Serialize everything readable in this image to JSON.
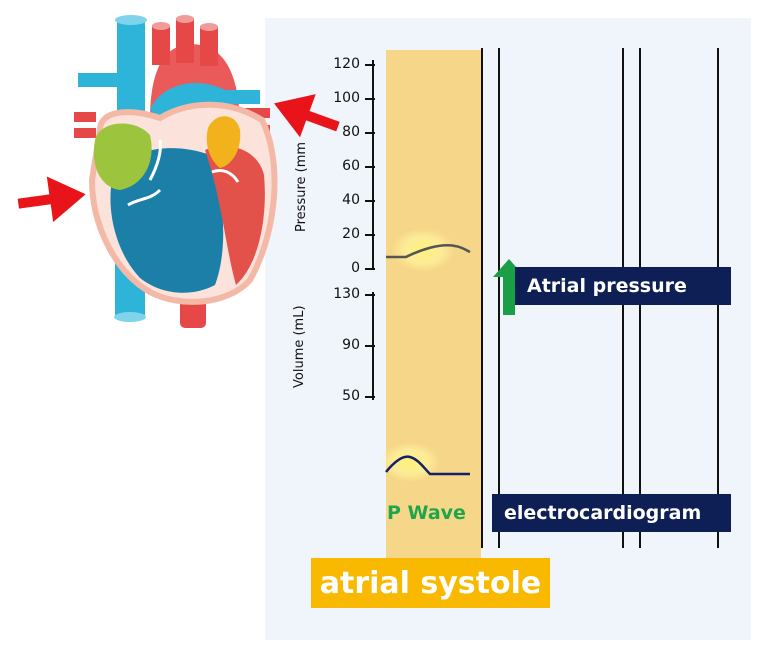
{
  "diagram": {
    "pressure_axis": {
      "title": "Pressure (mm",
      "ticks": [
        "120",
        "100",
        "80",
        "60",
        "40",
        "20",
        "0"
      ]
    },
    "volume_axis": {
      "title": "Volume (mL)",
      "ticks": [
        "130",
        "90",
        "50"
      ]
    },
    "labels": {
      "atrial_pressure": "Atrial pressure",
      "electrocardiogram": "electrocardiogram",
      "p_wave": "P Wave",
      "atrial_systole": "atrial systole"
    },
    "colors": {
      "systole_band": "#f6d688",
      "label_box": "#0e1f55",
      "systole_label": "#f8b900",
      "p_wave_text": "#1fa64a",
      "up_arrow": "#1a9e46",
      "red_arrows": "#e8141a"
    },
    "icons": {
      "heart": "heart-illustration",
      "up_arrow": "arrow-up-icon",
      "red_arrow": "arrow-right-icon"
    }
  }
}
